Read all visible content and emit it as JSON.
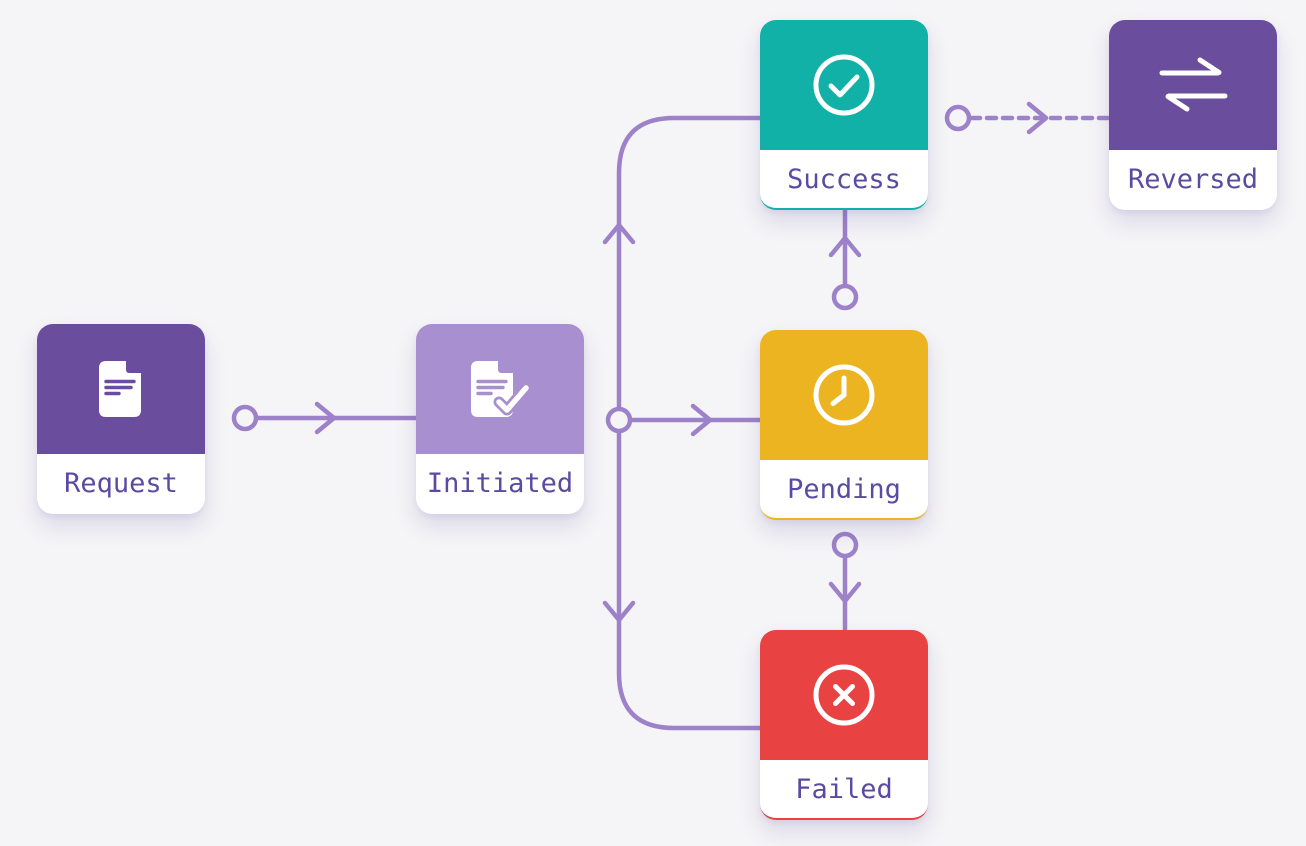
{
  "diagram": {
    "nodes": [
      {
        "id": "request",
        "label": "Request",
        "icon": "document-icon",
        "color": "#6a4d9d"
      },
      {
        "id": "initiated",
        "label": "Initiated",
        "icon": "document-check-icon",
        "color": "#a88fd0"
      },
      {
        "id": "success",
        "label": "Success",
        "icon": "check-circle-icon",
        "color": "#12b1a7"
      },
      {
        "id": "pending",
        "label": "Pending",
        "icon": "clock-icon",
        "color": "#ecb420"
      },
      {
        "id": "failed",
        "label": "Failed",
        "icon": "x-circle-icon",
        "color": "#e84243"
      },
      {
        "id": "reversed",
        "label": "Reversed",
        "icon": "swap-arrows-icon",
        "color": "#6a4d9d"
      }
    ],
    "edges": [
      {
        "from": "request",
        "to": "initiated",
        "style": "solid"
      },
      {
        "from": "initiated",
        "to": "success",
        "style": "solid"
      },
      {
        "from": "initiated",
        "to": "pending",
        "style": "solid"
      },
      {
        "from": "initiated",
        "to": "failed",
        "style": "solid"
      },
      {
        "from": "pending",
        "to": "success",
        "style": "solid"
      },
      {
        "from": "pending",
        "to": "failed",
        "style": "solid"
      },
      {
        "from": "success",
        "to": "reversed",
        "style": "dashed"
      }
    ],
    "edge_style": {
      "source_marker": "open-circle",
      "arrowhead": "chevron"
    },
    "colors": {
      "background": "#f5f4f6",
      "connector": "#9d81c9",
      "label_text": "#5b4aa1",
      "card_background": "#ffffff"
    }
  }
}
